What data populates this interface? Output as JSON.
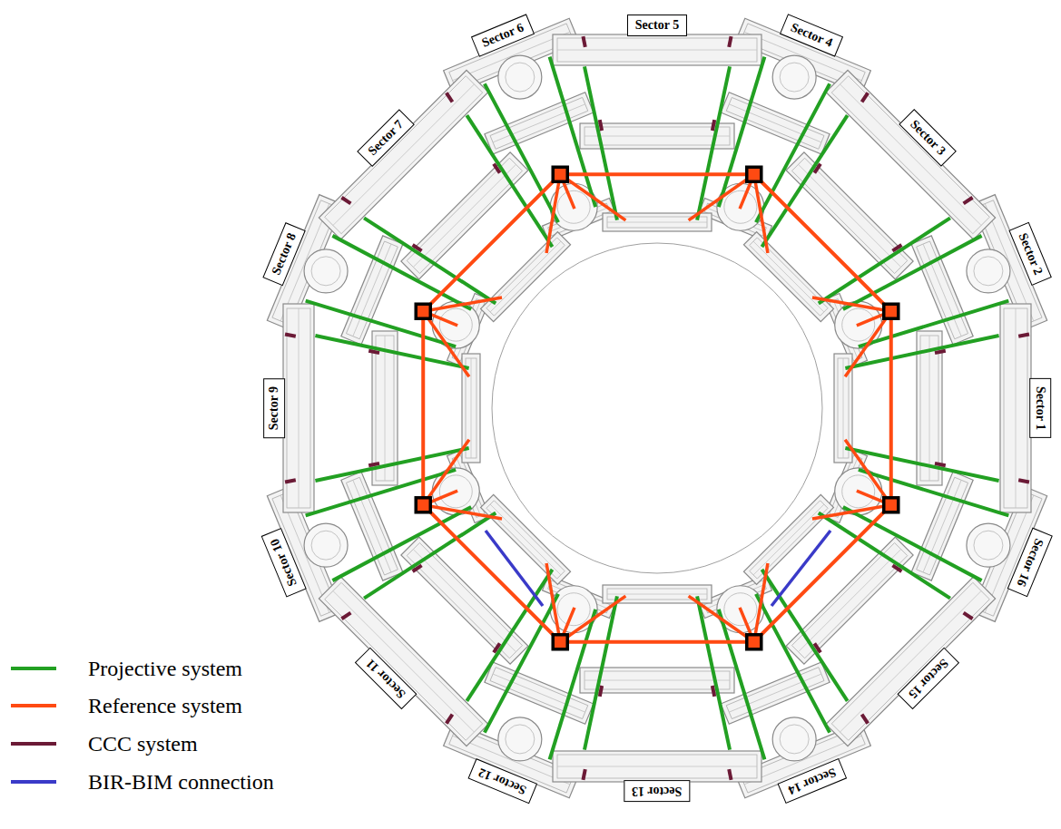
{
  "diagram": {
    "nodes": [
      {
        "text": [
          "Sector 6"
        ]
      },
      {
        "text": [
          "Sector 5"
        ]
      },
      {
        "text": [
          "Sector 4"
        ]
      },
      {
        "text": [
          "Sector 7"
        ]
      },
      {
        "text": [
          "Sector 3"
        ]
      },
      {
        "text": [
          "Sector 8"
        ]
      },
      {
        "text": [
          "Sector 2"
        ]
      },
      {
        "text": [
          "Sector 9"
        ]
      },
      {
        "text": [
          "Sector 1"
        ]
      },
      {
        "text": [
          "Sector 10"
        ]
      },
      {
        "text": [
          "Sector 16"
        ]
      },
      {
        "text": [
          "Sector 11"
        ]
      },
      {
        "text": [
          "Sector 15"
        ]
      },
      {
        "text": [
          "Sector 12"
        ]
      },
      {
        "text": [
          "Sector 13"
        ]
      },
      {
        "text": [
          "Sector 14"
        ]
      }
    ],
    "edges": [],
    "legend": [
      {
        "text": "Projective system"
      },
      {
        "text": "Reference system"
      },
      {
        "text": "CCC system"
      },
      {
        "text": "BIR-BIM connection"
      }
    ]
  }
}
